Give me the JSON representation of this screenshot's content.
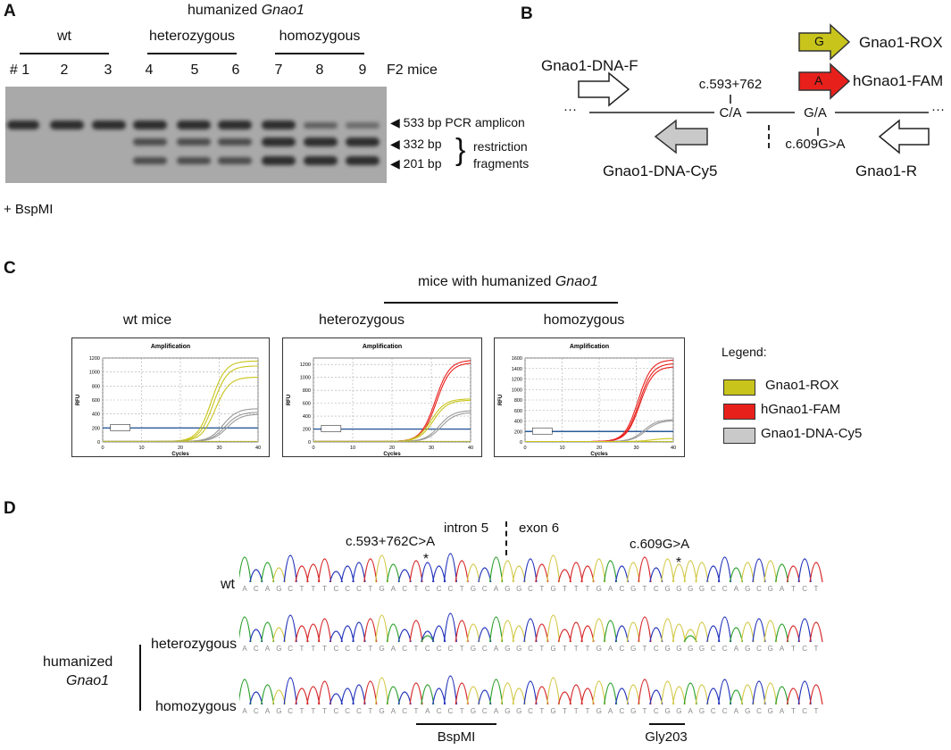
{
  "panelA": {
    "label": "A",
    "title_main": "humanized ",
    "title_gene": "Gnao1",
    "group_wt": "wt",
    "group_het": "heterozygous",
    "group_hom": "homozygous",
    "lane_labels": [
      "# 1",
      "2",
      "3",
      "4",
      "5",
      "6",
      "7",
      "8",
      "9"
    ],
    "lanes_caption": "F2 mice",
    "band_533": "533 bp PCR amplicon",
    "band_332": "332 bp",
    "band_201": "201 bp",
    "restriction": "restriction",
    "fragments": "fragments",
    "enzyme": "+ BspMI"
  },
  "panelB": {
    "label": "B",
    "rox": "Gnao1-ROX",
    "rox_base": "G",
    "fam": "hGnao1-FAM",
    "fam_base": "A",
    "dnaF": "Gnao1-DNA-F",
    "cy5": "Gnao1-DNA-Cy5",
    "rev": "Gnao1-R",
    "snp1_name": "c.593+762",
    "snp1_alleles": "C/A",
    "snp2_name": "c.609G>A",
    "snp2_alleles": "G/A",
    "ellipsis_left": "···",
    "ellipsis_right": "···",
    "colors": {
      "rox": "#c8c41c",
      "fam": "#e8201c",
      "cy5": "#c9c9c9"
    }
  },
  "panelC": {
    "label": "C",
    "header_prefix": "mice with humanized ",
    "header_gene": "Gnao1",
    "col_wt": "wt mice",
    "col_het": "heterozygous",
    "col_hom": "homozygous",
    "legend_title": "Legend:",
    "legend": [
      "Gnao1-ROX",
      "hGnao1-FAM",
      "Gnao1-DNA-Cy5"
    ],
    "plot_title": "Amplification",
    "xlabel": "Cycles",
    "ylabel": "RFU",
    "threshold_label": "",
    "plots": [
      {
        "ylim": [
          0,
          1200
        ],
        "yticks": [
          "1200",
          "1000",
          "800",
          "600",
          "400",
          "200",
          "0"
        ],
        "xticks": [
          "0",
          "10",
          "20",
          "30",
          "40"
        ]
      },
      {
        "ylim": [
          0,
          1300
        ],
        "yticks": [
          "1200",
          "1000",
          "800",
          "600",
          "400",
          "200",
          "0"
        ],
        "xticks": [
          "0",
          "10",
          "20",
          "30",
          "40"
        ]
      },
      {
        "ylim": [
          0,
          1600
        ],
        "yticks": [
          "1600",
          "1400",
          "1200",
          "1000",
          "800",
          "600",
          "400",
          "200",
          "0"
        ],
        "xticks": [
          "0",
          "10",
          "20",
          "30",
          "40"
        ]
      }
    ]
  },
  "panelD": {
    "label": "D",
    "snp1": "c.593+762C>A",
    "intron": "intron 5",
    "exon": "exon 6",
    "snp2": "c.609G>A",
    "star": "*",
    "row_wt": "wt",
    "row_het": "heterozygous",
    "row_hom": "homozygous",
    "group_line1": "humanized",
    "group_line2": "Gnao1",
    "seq_wt": "ACAGCTTTCCCTGACTCCCTGCAGGCTGTTTGACGTCGGGGCCAGCGATCT",
    "seq_het": "ACAGCTTTCCCTGACTCCCTGCAGGCTGTTTGACGTCGGGGCCAGCGATCT",
    "seq_hom": "ACAGCTTTCCCTGACTACCTGCAGGCTGTTTGACGTCGGAGCCAGCGATCT",
    "site": "BspMI",
    "codon": "Gly203"
  }
}
